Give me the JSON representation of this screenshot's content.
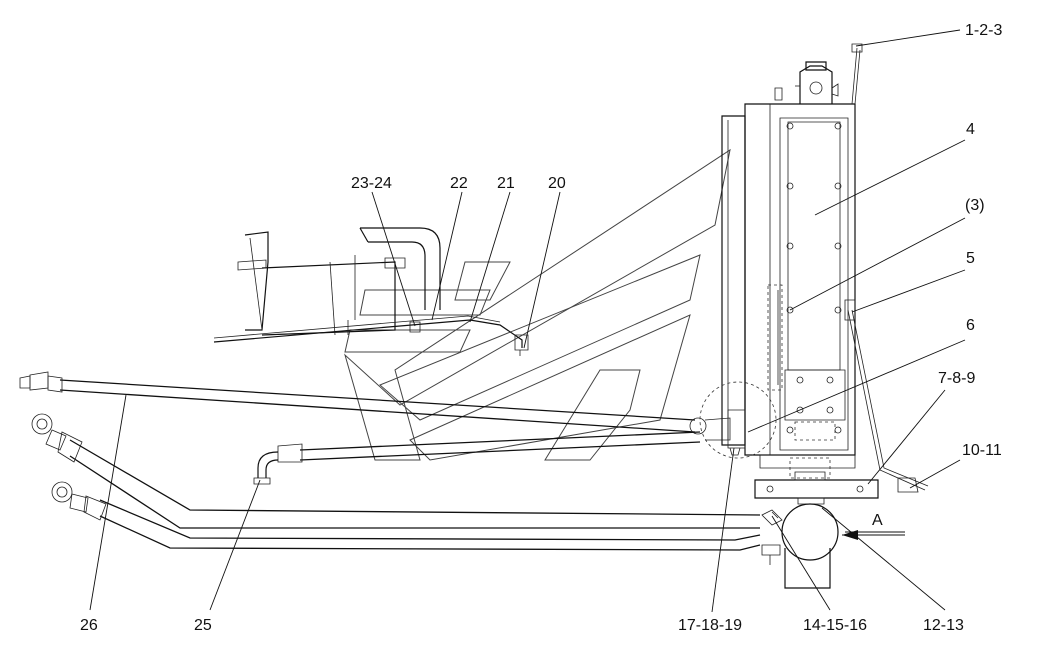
{
  "labels": {
    "l_1_2_3": "1-2-3",
    "l_4": "4",
    "l_3p": "(3)",
    "l_5": "5",
    "l_6": "6",
    "l_7_8_9": "7-8-9",
    "l_10_11": "10-11",
    "l_a": "A",
    "l_12_13": "12-13",
    "l_14_15_16": "14-15-16",
    "l_17_18_19": "17-18-19",
    "l_20": "20",
    "l_21": "21",
    "l_22": "22",
    "l_23_24": "23-24",
    "l_25": "25",
    "l_26": "26"
  }
}
